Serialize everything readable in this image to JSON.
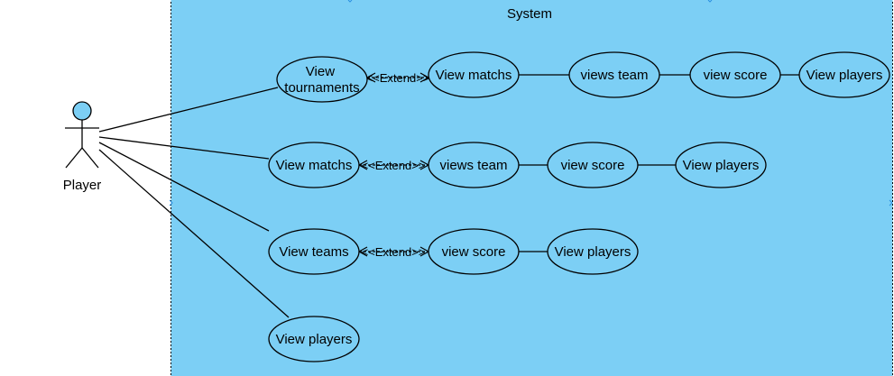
{
  "colors": {
    "system_fill": "#7ccff5",
    "actor_head_fill": "#7ccff5",
    "stroke": "#000000",
    "page_background": "#ffffff"
  },
  "system": {
    "title": "System"
  },
  "actor": {
    "label": "Player",
    "icon": "stick-figure-actor-icon"
  },
  "use_cases": {
    "row1": {
      "view_tournaments": [
        "View",
        "tournaments"
      ],
      "view_matchs": "View matchs",
      "views_team": "views team",
      "view_score": "view score",
      "view_players": "View players"
    },
    "row2": {
      "view_matchs": "View matchs",
      "views_team": "views team",
      "view_score": "view score",
      "view_players": "View players"
    },
    "row3": {
      "view_teams": "View teams",
      "view_score": "view score",
      "view_players": "View players"
    },
    "row4": {
      "view_players": "View players"
    }
  },
  "relationships": {
    "row1_extend": "<<Extend>>",
    "row2_extend": "<<Extend>>",
    "row3_extend": "<<Extend>>"
  }
}
